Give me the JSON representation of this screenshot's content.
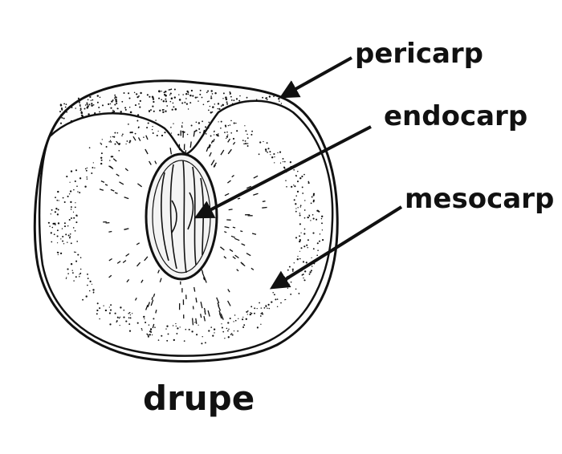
{
  "diagram": {
    "title": "drupe",
    "labels": {
      "pericarp": "pericarp",
      "endocarp": "endocarp",
      "mesocarp": "mesocarp"
    }
  },
  "colors": {
    "ink": "#111111",
    "background": "#ffffff"
  }
}
